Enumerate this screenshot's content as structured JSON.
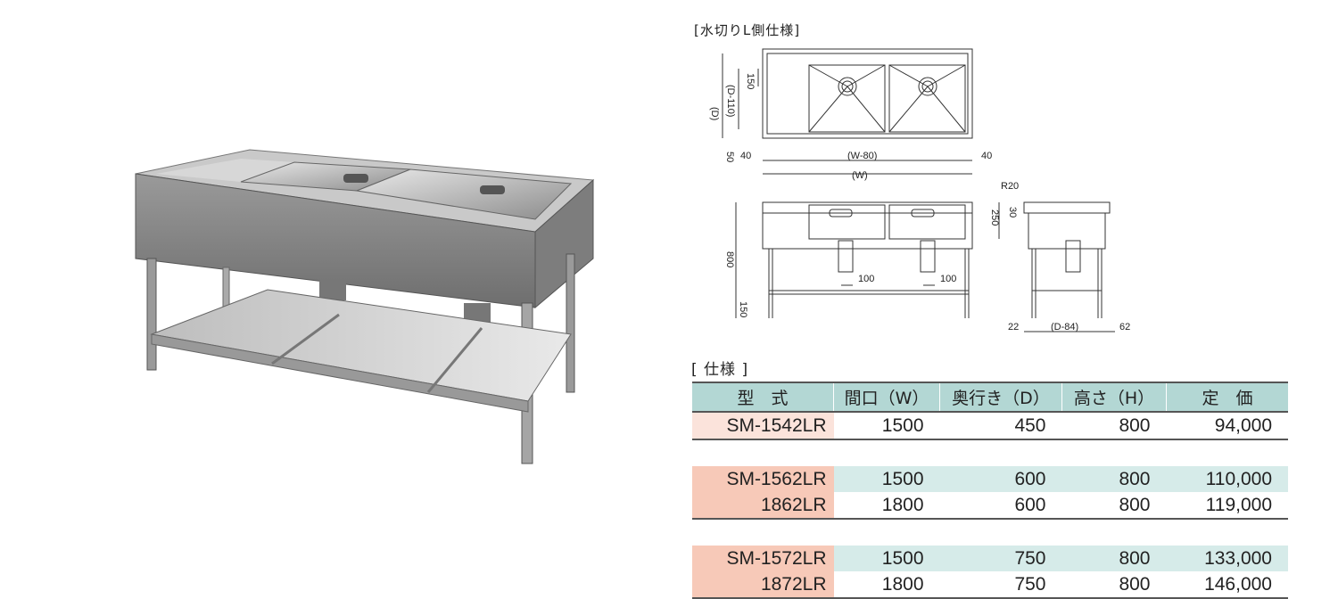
{
  "drain_caption": "[水切りL側仕様]",
  "spec_caption": "[ 仕様 ]",
  "dimensions": {
    "D": "(D)",
    "D110": "(D-110)",
    "v150": "150",
    "v50": "50",
    "left40": "40",
    "right40": "40",
    "W80": "(W-80)",
    "W": "(W)",
    "R20": "R20",
    "v30": "30",
    "v250": "250",
    "v800": "800",
    "v150b": "150",
    "h100a": "100",
    "h100b": "100",
    "v22": "22",
    "D84": "(D-84)",
    "v62": "62"
  },
  "table": {
    "headers": [
      "型　式",
      "間口（W）",
      "奥行き（D）",
      "高さ（H）",
      "定　価"
    ],
    "rows": [
      {
        "model": "SM-1542LR",
        "w": "1500",
        "d": "450",
        "h": "800",
        "price": "94,000"
      },
      {
        "model": "SM-1562LR",
        "w": "1500",
        "d": "600",
        "h": "800",
        "price": "110,000"
      },
      {
        "model": "1862LR",
        "w": "1800",
        "d": "600",
        "h": "800",
        "price": "119,000"
      },
      {
        "model": "SM-1572LR",
        "w": "1500",
        "d": "750",
        "h": "800",
        "price": "133,000"
      },
      {
        "model": "1872LR",
        "w": "1800",
        "d": "750",
        "h": "800",
        "price": "146,000"
      }
    ]
  }
}
